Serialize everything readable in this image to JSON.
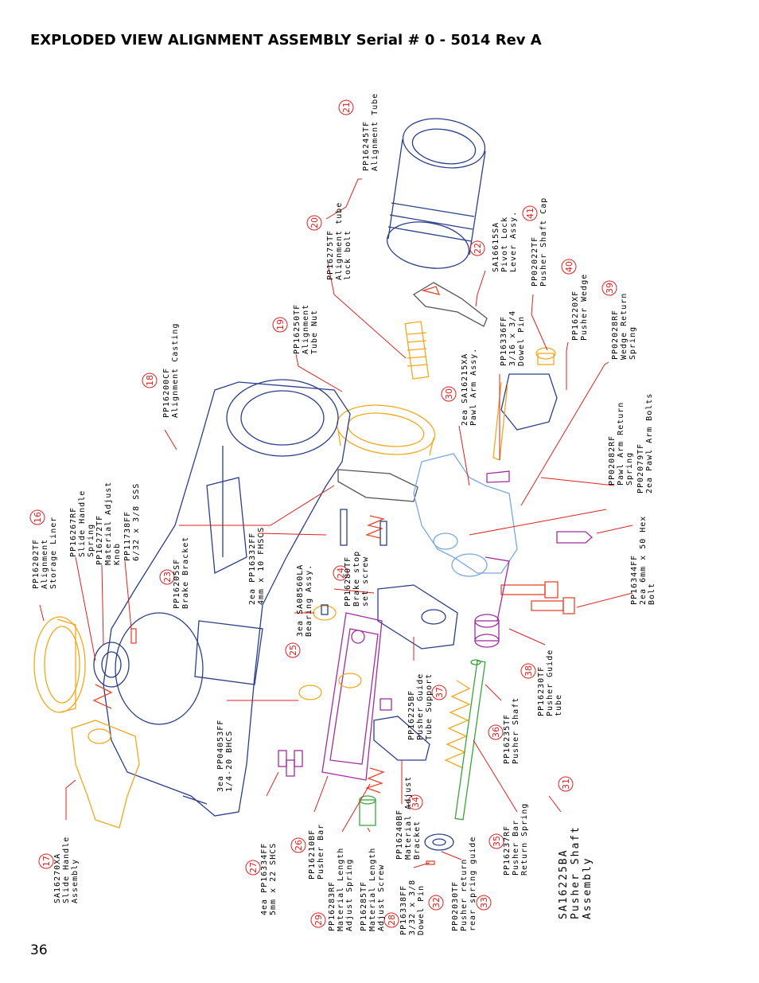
{
  "page": {
    "title": "EXPLODED VIEW ALIGNMENT ASSEMBLY Serial # 0 - 5014 Rev A",
    "page_number": "36"
  },
  "callouts": [
    {
      "num": "21",
      "lines": [
        "PP16245TF",
        "Alignment Tube"
      ]
    },
    {
      "num": "20",
      "lines": [
        "PP16275TF",
        "Alignment tube",
        "lock bolt"
      ]
    },
    {
      "num": "22",
      "lines": [
        "SA16615SA",
        "Pivot Lock",
        "Lever Assy."
      ]
    },
    {
      "num": "41",
      "lines": [
        "PP02022TF",
        "Pusher Shaft Cap"
      ]
    },
    {
      "num": "40",
      "lines": [
        "PP16220XF",
        "Pusher Wedge"
      ]
    },
    {
      "num": "39",
      "lines": [
        "PP02028RF",
        "Wedge Return",
        "Spring"
      ]
    },
    {
      "num": "19",
      "lines": [
        "PP16250TF",
        "Alignment",
        "Tube Nut"
      ]
    },
    {
      "num": "18",
      "lines": [
        "PP16200CF",
        "Alignment Casting"
      ]
    },
    {
      "num": "30",
      "lines": [
        "2ea SA16215XA",
        "Pawl Arm Assy."
      ]
    },
    {
      "num": "",
      "lines": [
        "PP16336FF",
        "3/16 x 3/4",
        "Dowel Pin"
      ]
    },
    {
      "num": "",
      "lines": [
        "PP02082RF",
        "Pawl Arm Return",
        "Spring"
      ]
    },
    {
      "num": "",
      "lines": [
        "PP02079TF",
        "2ea Pawl Arm Bolts"
      ]
    },
    {
      "num": "",
      "lines": [
        "PP16344FF",
        "2ea 6mm x 50 Hex",
        "Bolt"
      ]
    },
    {
      "num": "16",
      "lines": [
        "PP16202TF",
        "Alignment",
        "Storage Liner"
      ]
    },
    {
      "num": "",
      "lines": [
        "PP16267RF",
        "Slide Handle",
        "Spring"
      ]
    },
    {
      "num": "",
      "lines": [
        "PP16272TF",
        "Material Adjust",
        "Knob"
      ]
    },
    {
      "num": "",
      "lines": [
        "PP11738FF",
        "6/32 x 3/8 SSS"
      ]
    },
    {
      "num": "23",
      "lines": [
        "PP16205SF",
        "Brake Bracket"
      ]
    },
    {
      "num": "",
      "lines": [
        "2ea PP16332FF",
        "4mm x 10 FHSCS"
      ]
    },
    {
      "num": "24",
      "lines": [
        "PP16280TF",
        "Brake stop",
        "set screw"
      ]
    },
    {
      "num": "25",
      "lines": [
        "3ea SA08560LA",
        "Bearing Assy."
      ]
    },
    {
      "num": "37",
      "lines": [
        "PP16225BF",
        "Pusher Guide",
        "Tube Support"
      ]
    },
    {
      "num": "38",
      "lines": [
        "PP16230TF",
        "Pusher Guide",
        "tube"
      ]
    },
    {
      "num": "36",
      "lines": [
        "PP16235TF",
        "Pusher Shaft"
      ]
    },
    {
      "num": "",
      "lines": [
        "3ea PP04053FF",
        "1/4-20 BHCS"
      ]
    },
    {
      "num": "17",
      "lines": [
        "SA16270XA",
        "Slide Handle",
        "Assembly"
      ]
    },
    {
      "num": "27",
      "lines": [
        "4ea PP16334FF",
        "5mm x 22 SHCS"
      ]
    },
    {
      "num": "26",
      "lines": [
        "PP16210BF",
        "Pusher Bar"
      ]
    },
    {
      "num": "29",
      "lines": [
        "PP16283RF",
        "Material Length",
        "Adjust Spring"
      ]
    },
    {
      "num": "",
      "lines": [
        "PP16285TF",
        "Material Length",
        "Adjust Screw"
      ]
    },
    {
      "num": "34",
      "lines": [
        "PP16240BF",
        "Material Adjust",
        "Bracket"
      ]
    },
    {
      "num": "28",
      "lines": [
        "PP16338FF",
        "3/32 x 3/8",
        "Dowel Pin"
      ]
    },
    {
      "num": "32",
      "lines": [
        "PP02030TF",
        "Pusher return",
        "rear spring guide"
      ]
    },
    {
      "num": "33",
      "lines": []
    },
    {
      "num": "35",
      "lines": [
        "PP16237RF",
        "Pusher Bar",
        "Return Spring"
      ]
    },
    {
      "num": "31",
      "lines": [
        "SA16225BA",
        "Pusher Shaft",
        "Assembly"
      ]
    }
  ],
  "colors": {
    "leader": "#e02020",
    "casting": "#2a3e8c",
    "orange_parts": "#f2a81d",
    "purple_parts": "#a12c9e"
  }
}
